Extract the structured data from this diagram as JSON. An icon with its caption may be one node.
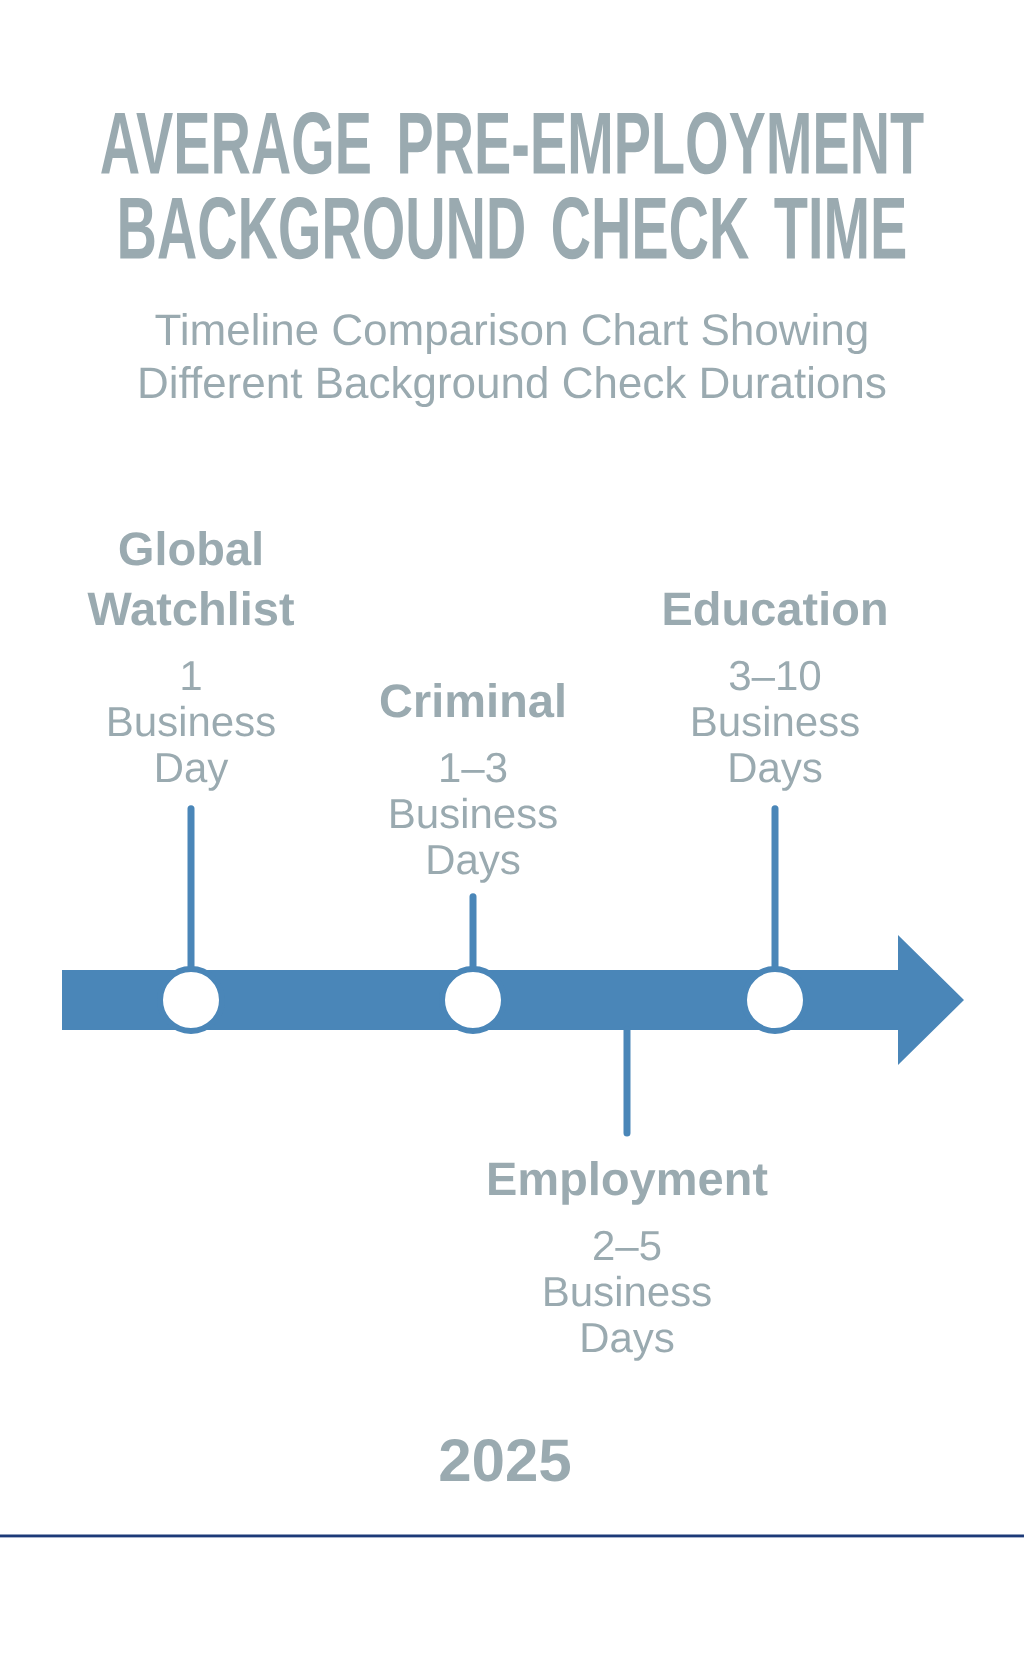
{
  "diagram": {
    "title": "AVERAGE PRE-EMPLOYMENT BACKGROUND CHECK TIME",
    "nodes": [
      {
        "text": [
          "Global Watchlist",
          "1 Business Day"
        ]
      },
      {
        "text": [
          "Education",
          "3–10 Business Days"
        ]
      },
      {
        "text": [
          "Criminal",
          "1–3 Business Days"
        ]
      },
      {
        "text": [],
        "shape": "arrow"
      },
      {
        "text": [],
        "shape": "circle",
        "in": 3
      },
      {
        "text": [],
        "shape": "circle",
        "in": 3
      },
      {
        "text": [],
        "shape": "circle",
        "in": 3
      },
      {
        "text": [
          "Employment",
          "2–5 Business Days"
        ]
      }
    ],
    "edges": [
      {
        "from": 4,
        "to": 0,
        "arrow": "none"
      },
      {
        "from": 5,
        "to": 2,
        "arrow": "none"
      },
      {
        "from": 6,
        "to": 1,
        "arrow": "none"
      },
      {
        "from": 3,
        "to": 7,
        "arrow": "none"
      }
    ],
    "labels": [
      "Timeline Comparison Chart Showing Different Background Check Durations",
      "2025"
    ]
  }
}
